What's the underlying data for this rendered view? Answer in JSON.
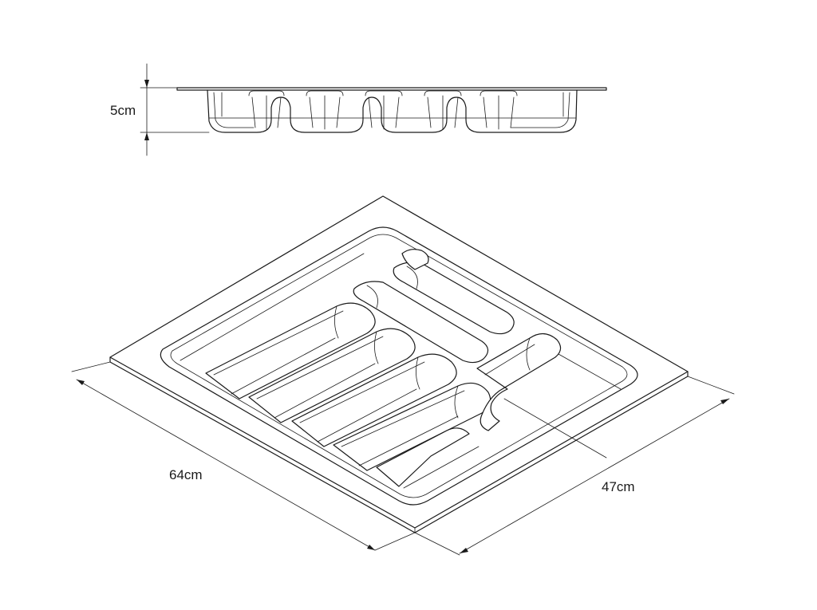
{
  "dimensions": {
    "height": "5cm",
    "length": "64cm",
    "width": "47cm"
  }
}
